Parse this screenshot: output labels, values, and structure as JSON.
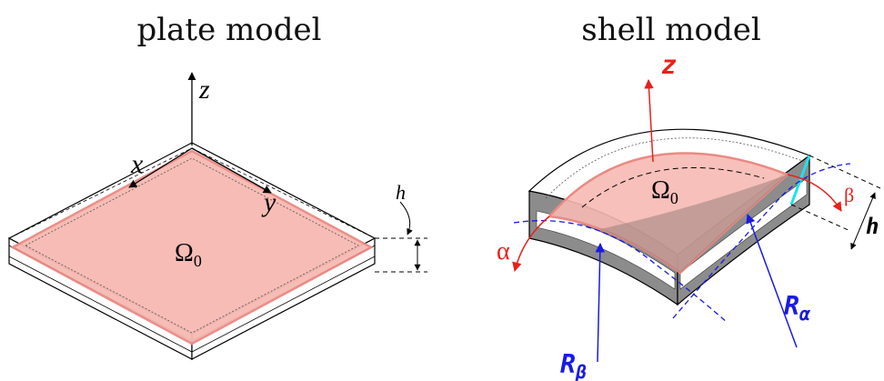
{
  "plate": {
    "title": "plate model",
    "axis_z": "z",
    "axis_x": "x",
    "axis_y": "y",
    "omega": "Ω",
    "omega_sub": "0",
    "thickness": "h"
  },
  "shell": {
    "title": "shell model",
    "axis_z": "z",
    "alpha": "α",
    "beta": "β",
    "omega": "Ω",
    "omega_sub": "0",
    "thickness": "h",
    "r_alpha": "R",
    "r_alpha_sub": "α",
    "r_beta": "R",
    "r_beta_sub": "β"
  },
  "colors": {
    "midsurface_fill": "#f7b9b3",
    "midsurface_edge": "#e98a84",
    "axis_red": "#e8201a",
    "radius_blue": "#1a1ae6",
    "edge_cyan": "#19e3f0",
    "shell_gray": "#8c8c8c"
  }
}
